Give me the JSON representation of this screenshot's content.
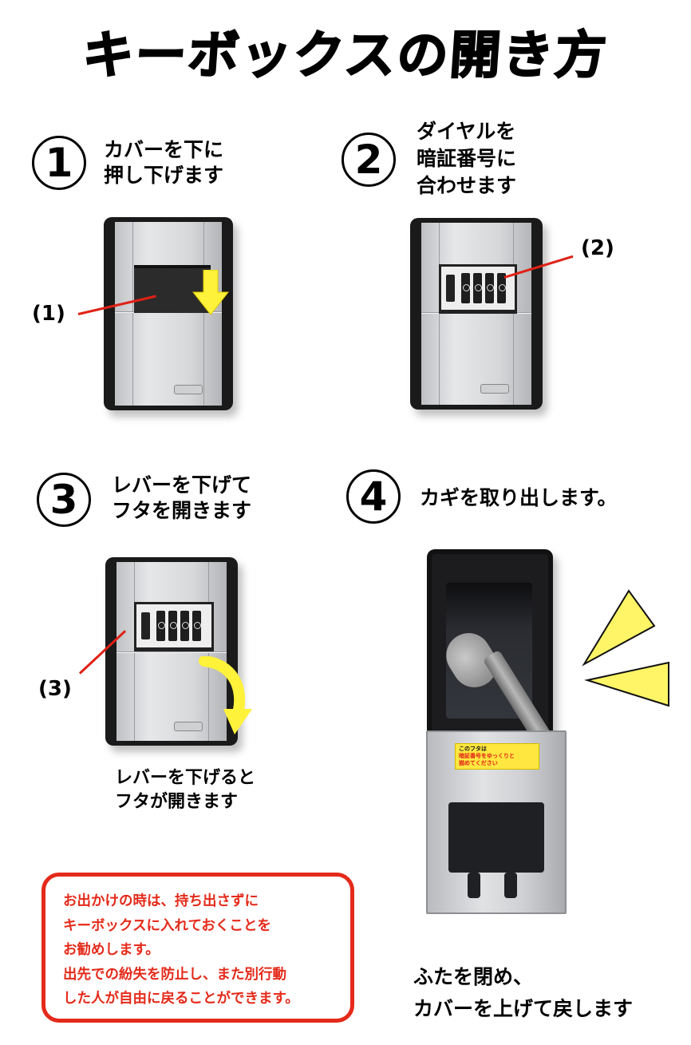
{
  "title": "キーボックスの開き方",
  "steps": [
    {
      "number": "1",
      "lines": [
        "カバーを下に",
        "押し下げます"
      ],
      "callout": "(1)",
      "image": "key-box-cover-closed"
    },
    {
      "number": "2",
      "lines": [
        "ダイヤルを",
        "暗証番号に",
        "合わせます"
      ],
      "callout": "(2)",
      "image": "key-box-dial-exposed"
    },
    {
      "number": "3",
      "lines": [
        "レバーを下げて",
        "フタを開きます"
      ],
      "callout": "(3)",
      "caption": [
        "レバーを下げると",
        "フタが開きます"
      ],
      "image": "key-box-lever"
    },
    {
      "number": "4",
      "lines": [
        "カギを取り出します。"
      ],
      "image": "key-box-open-with-key",
      "sticker": [
        "このフタは",
        "暗証番号をゆっくりと",
        "揃めてください"
      ]
    }
  ],
  "note": {
    "lines": [
      "お出かけの時は、持ち出さずに",
      "キーボックスに入れておくことを",
      "お勧めします。",
      "出先での紛失を防止し、また別行動",
      "した人が自由に戻ることができます。"
    ],
    "color": "#e42a1a"
  },
  "closing": [
    "ふたを閉め、",
    "カバーを上げて戻します"
  ],
  "colors": {
    "arrow": "#fff23a",
    "pointer_line": "#e02015",
    "burst": "#fff566"
  }
}
